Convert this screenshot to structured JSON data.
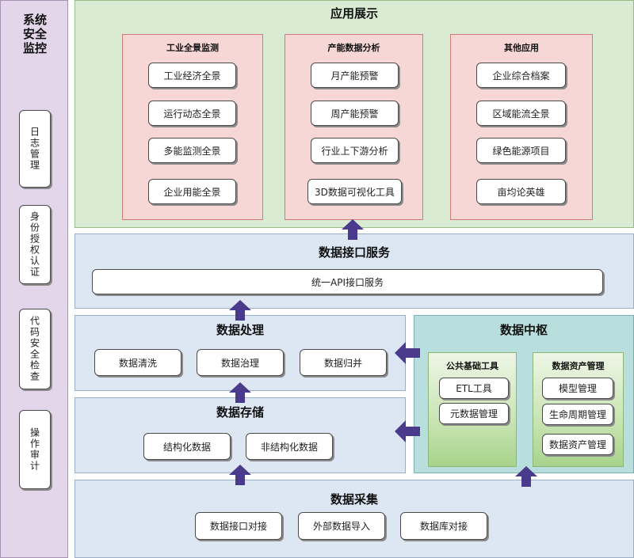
{
  "security": {
    "title": "系统安全监控",
    "items": [
      "日志管理",
      "身份授权认证",
      "代码安全检查",
      "操作审计"
    ]
  },
  "app": {
    "title": "应用展示",
    "groups": [
      {
        "title": "工业全景监测",
        "items": [
          "工业经济全景",
          "运行动态全景",
          "多能监测全景",
          "企业用能全景"
        ]
      },
      {
        "title": "产能数据分析",
        "items": [
          "月产能预警",
          "周产能预警",
          "行业上下游分析",
          "3D数据可视化工具"
        ]
      },
      {
        "title": "其他应用",
        "items": [
          "企业综合档案",
          "区域能流全景",
          "绿色能源项目",
          "亩均论英雄"
        ]
      }
    ]
  },
  "api": {
    "title": "数据接口服务",
    "item": "统一API接口服务"
  },
  "processing": {
    "title": "数据处理",
    "items": [
      "数据清洗",
      "数据治理",
      "数据归并"
    ]
  },
  "hub": {
    "title": "数据中枢",
    "groups": [
      {
        "title": "公共基础工具",
        "items": [
          "ETL工具",
          "元数据管理"
        ]
      },
      {
        "title": "数据资产管理",
        "items": [
          "模型管理",
          "生命周期管理",
          "数据资产管理"
        ]
      }
    ]
  },
  "storage": {
    "title": "数据存储",
    "items": [
      "结构化数据",
      "非结构化数据"
    ]
  },
  "collection": {
    "title": "数据采集",
    "items": [
      "数据接口对接",
      "外部数据导入",
      "数据库对接"
    ]
  },
  "colors": {
    "arrow": "#4a3a8c",
    "security_panel": "#e3d6ea",
    "app_panel": "#d9ecd3",
    "layer_panel": "#dde7f3",
    "hub_panel": "#b8dede",
    "group_panel": "#f7d6d6"
  }
}
